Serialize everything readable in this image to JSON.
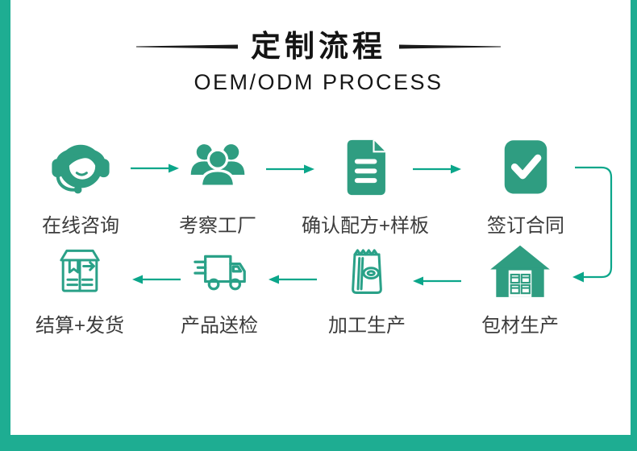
{
  "title": {
    "heading": "定制流程",
    "subheading": "OEM/ODM PROCESS"
  },
  "flow": {
    "row1": [
      {
        "label": "在线咨询",
        "icon": "customer-service-headset-icon"
      },
      {
        "label": "考察工厂",
        "icon": "people-group-icon"
      },
      {
        "label": "确认配方+样板",
        "icon": "document-icon"
      },
      {
        "label": "签订合同",
        "icon": "contract-check-icon"
      }
    ],
    "row2": [
      {
        "label": "结算+发货",
        "icon": "package-box-icon"
      },
      {
        "label": "产品送检",
        "icon": "delivery-truck-icon"
      },
      {
        "label": "加工生产",
        "icon": "product-pouch-icon"
      },
      {
        "label": "包材生产",
        "icon": "warehouse-icon"
      }
    ],
    "direction_row1": "left-to-right",
    "direction_row2": "right-to-left"
  },
  "colors": {
    "icon_fill": "#2f9d81",
    "icon_outline": "#2aa188",
    "arrow": "#0ba68a",
    "frame": "#1ead92",
    "label_text": "#3c3c3c",
    "title_text": "#141414"
  }
}
